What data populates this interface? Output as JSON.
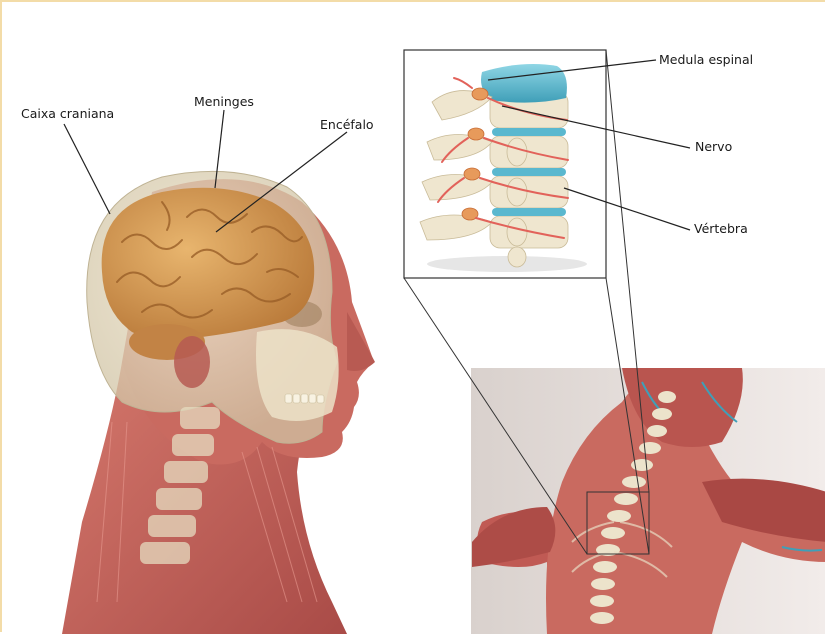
{
  "labels": {
    "caixa_craniana": "Caixa craniana",
    "meninges": "Meninges",
    "encefalo": "Encéfalo",
    "medula_espinal": "Medula espinal",
    "nervo": "Nervo",
    "vertebra": "Vértebra"
  },
  "colors": {
    "border": "#f3dca8",
    "leader": "#222222",
    "muscle": "#c8615a",
    "brain": "#d9a15c",
    "bone": "#efe6cf",
    "spinal_cord": "#5ab8cf",
    "back_panel_bg": "#ece4e0"
  }
}
